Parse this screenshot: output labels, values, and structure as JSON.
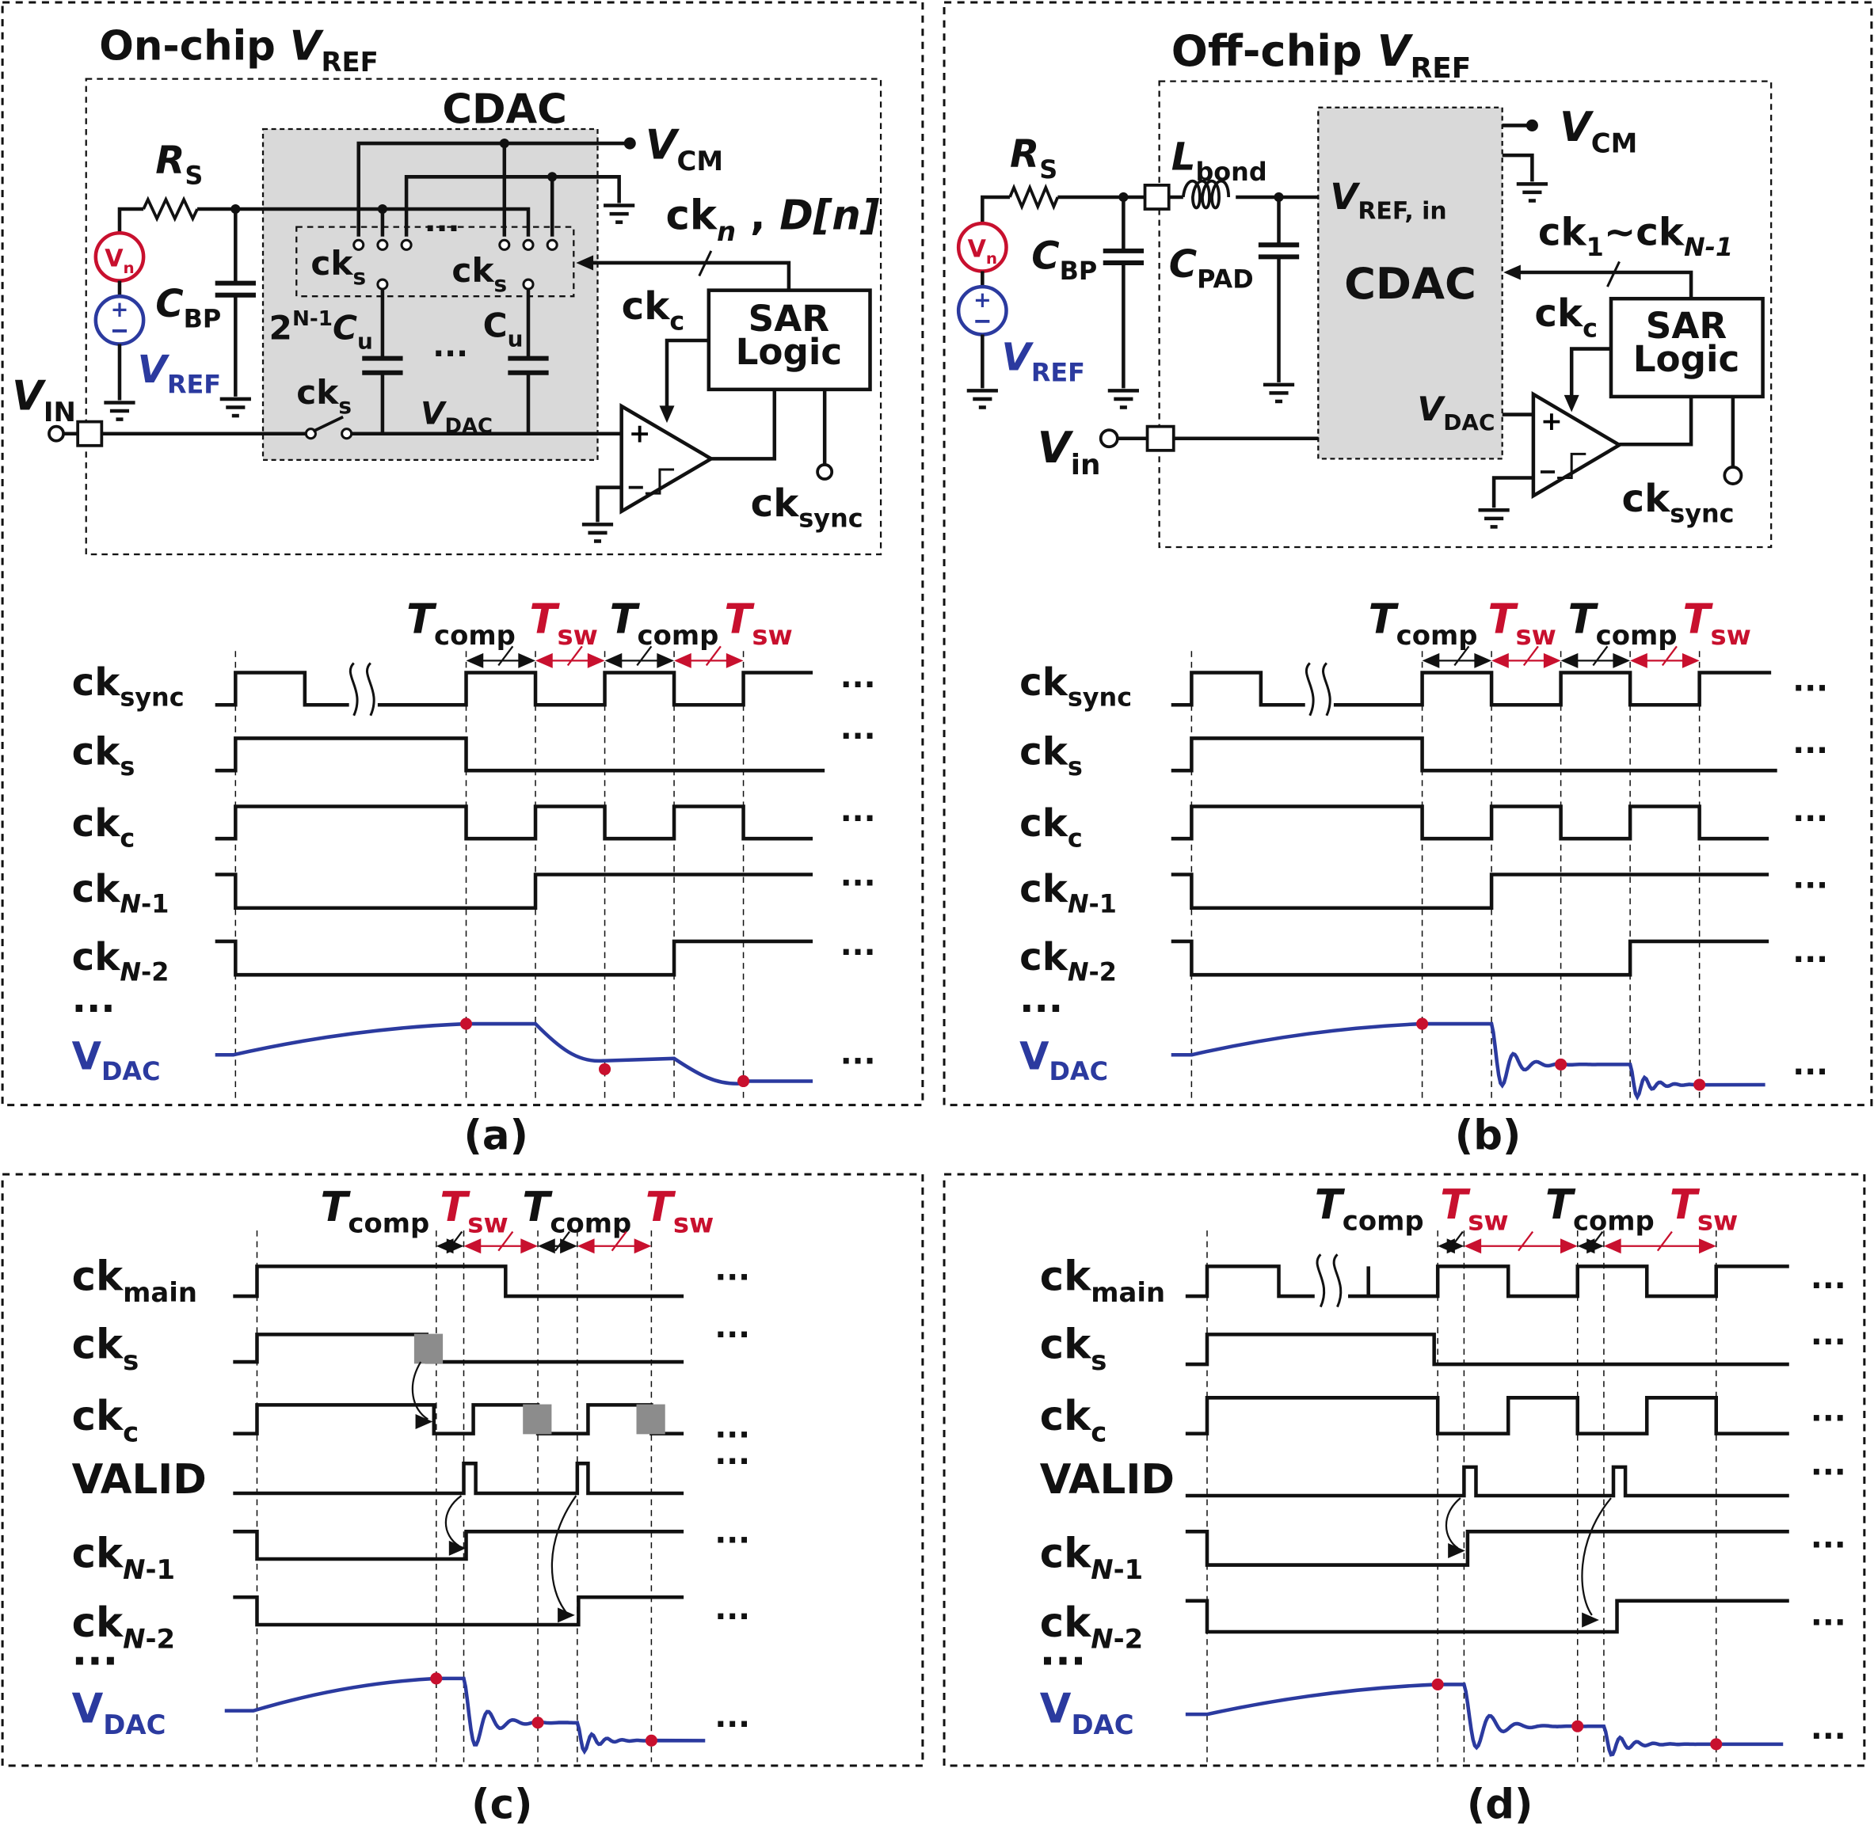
{
  "colors": {
    "red": "#c8102e",
    "blue": "#2b3a9f",
    "gray_box": "#d9d9d9",
    "mark_gray": "#8c8c8c",
    "ink": "#111111"
  },
  "panel_labels": {
    "a": [
      {
        "text": "(a)"
      }
    ],
    "b": [
      {
        "text": "(b)"
      }
    ],
    "c": [
      {
        "text": "(c)"
      }
    ],
    "d": [
      {
        "text": "(d)"
      }
    ]
  },
  "circuit_a": {
    "title": [
      {
        "text": "On-chip "
      },
      {
        "text": "V",
        "kind": "i"
      },
      {
        "text": "REF",
        "kind": "sub"
      }
    ],
    "cdac": [
      {
        "text": "CDAC"
      }
    ],
    "vcm": [
      {
        "text": "V",
        "kind": "i"
      },
      {
        "text": "CM",
        "kind": "sub"
      }
    ],
    "rs": [
      {
        "text": "R",
        "kind": "i"
      },
      {
        "text": "S",
        "kind": "sub"
      }
    ],
    "cbp": [
      {
        "text": "C",
        "kind": "i"
      },
      {
        "text": "BP",
        "kind": "sub"
      }
    ],
    "vn": [
      {
        "text": "V"
      },
      {
        "text": "n",
        "kind": "sub"
      }
    ],
    "vref": [
      {
        "text": "V",
        "kind": "i"
      },
      {
        "text": "REF",
        "kind": "sub"
      }
    ],
    "vin": [
      {
        "text": "V",
        "kind": "i"
      },
      {
        "text": "IN",
        "kind": "sub"
      }
    ],
    "cks": [
      {
        "text": "ck"
      },
      {
        "text": "s",
        "kind": "sub"
      }
    ],
    "cap_msb": [
      {
        "text": "2"
      },
      {
        "text": "N-1",
        "kind": "sup"
      },
      {
        "text": "C",
        "kind": "i"
      },
      {
        "text": "u",
        "kind": "sub"
      }
    ],
    "cap_lsb": [
      {
        "text": "C"
      },
      {
        "text": "u",
        "kind": "sub"
      }
    ],
    "dots": [
      {
        "text": "···"
      }
    ],
    "vdac": [
      {
        "text": "V",
        "kind": "i"
      },
      {
        "text": "DAC",
        "kind": "sub"
      }
    ],
    "ckn_dn": [
      {
        "text": "ck"
      },
      {
        "text": "n",
        "kind": "isub"
      },
      {
        "text": " , "
      },
      {
        "text": "D[n]",
        "kind": "i"
      }
    ],
    "ckc": [
      {
        "text": "ck"
      },
      {
        "text": "c",
        "kind": "sub"
      }
    ],
    "sar_line1": [
      {
        "text": "SAR"
      }
    ],
    "sar_line2": [
      {
        "text": "Logic"
      }
    ],
    "cksync": [
      {
        "text": "ck"
      },
      {
        "text": "sync",
        "kind": "sub"
      }
    ]
  },
  "circuit_b": {
    "title": [
      {
        "text": "Off-chip "
      },
      {
        "text": "V",
        "kind": "i"
      },
      {
        "text": "REF",
        "kind": "sub"
      }
    ],
    "rs": [
      {
        "text": "R",
        "kind": "i"
      },
      {
        "text": "S",
        "kind": "sub"
      }
    ],
    "lbond": [
      {
        "text": "L",
        "kind": "i"
      },
      {
        "text": "bond",
        "kind": "sub"
      }
    ],
    "cbp": [
      {
        "text": "C",
        "kind": "i"
      },
      {
        "text": "BP",
        "kind": "sub"
      }
    ],
    "cpad": [
      {
        "text": "C",
        "kind": "i"
      },
      {
        "text": "PAD",
        "kind": "sub"
      }
    ],
    "vref_in": [
      {
        "text": "V",
        "kind": "i"
      },
      {
        "text": "REF, in",
        "kind": "sub"
      }
    ],
    "cdac": [
      {
        "text": "CDAC"
      }
    ],
    "vcm": [
      {
        "text": "V",
        "kind": "i"
      },
      {
        "text": "CM",
        "kind": "sub"
      }
    ],
    "ck_range": [
      {
        "text": "ck"
      },
      {
        "text": "1",
        "kind": "sub"
      },
      {
        "text": "~ck"
      },
      {
        "text": "N-1",
        "kind": "isub"
      }
    ],
    "ckc": [
      {
        "text": "ck"
      },
      {
        "text": "c",
        "kind": "sub"
      }
    ],
    "sar_line1": [
      {
        "text": "SAR"
      }
    ],
    "sar_line2": [
      {
        "text": "Logic"
      }
    ],
    "vdac": [
      {
        "text": "V",
        "kind": "i"
      },
      {
        "text": "DAC",
        "kind": "sub"
      }
    ],
    "vn": [
      {
        "text": "V"
      },
      {
        "text": "n",
        "kind": "sub"
      }
    ],
    "vref": [
      {
        "text": "V",
        "kind": "i"
      },
      {
        "text": "REF",
        "kind": "sub"
      }
    ],
    "vin": [
      {
        "text": "V",
        "kind": "i"
      },
      {
        "text": "in",
        "kind": "sub"
      }
    ],
    "cksync": [
      {
        "text": "ck"
      },
      {
        "text": "sync",
        "kind": "sub"
      }
    ]
  },
  "timing": {
    "tcomp": [
      {
        "text": "T",
        "kind": "i"
      },
      {
        "text": "comp",
        "kind": "sub"
      }
    ],
    "tsw": [
      {
        "text": "T",
        "kind": "i"
      },
      {
        "text": "sw",
        "kind": "sub"
      }
    ],
    "ellipsis": [
      {
        "text": "···"
      }
    ],
    "signals": {
      "cksync": [
        {
          "text": "ck"
        },
        {
          "text": "sync",
          "kind": "sub"
        }
      ],
      "ckmain": [
        {
          "text": "ck"
        },
        {
          "text": "main",
          "kind": "sub"
        }
      ],
      "cks": [
        {
          "text": "ck"
        },
        {
          "text": "s",
          "kind": "sub"
        }
      ],
      "ckc": [
        {
          "text": "ck"
        },
        {
          "text": "c",
          "kind": "sub"
        }
      ],
      "valid": [
        {
          "text": "VALID"
        }
      ],
      "ckn1": [
        {
          "text": "ck"
        },
        {
          "text": "N",
          "kind": "isub"
        },
        {
          "text": "-1",
          "kind": "sub"
        }
      ],
      "ckn2": [
        {
          "text": "ck"
        },
        {
          "text": "N",
          "kind": "isub"
        },
        {
          "text": "-2",
          "kind": "sub"
        }
      ],
      "more": [
        {
          "text": "···"
        }
      ],
      "vdac": [
        {
          "text": "V"
        },
        {
          "text": "DAC",
          "kind": "sub"
        }
      ]
    }
  }
}
